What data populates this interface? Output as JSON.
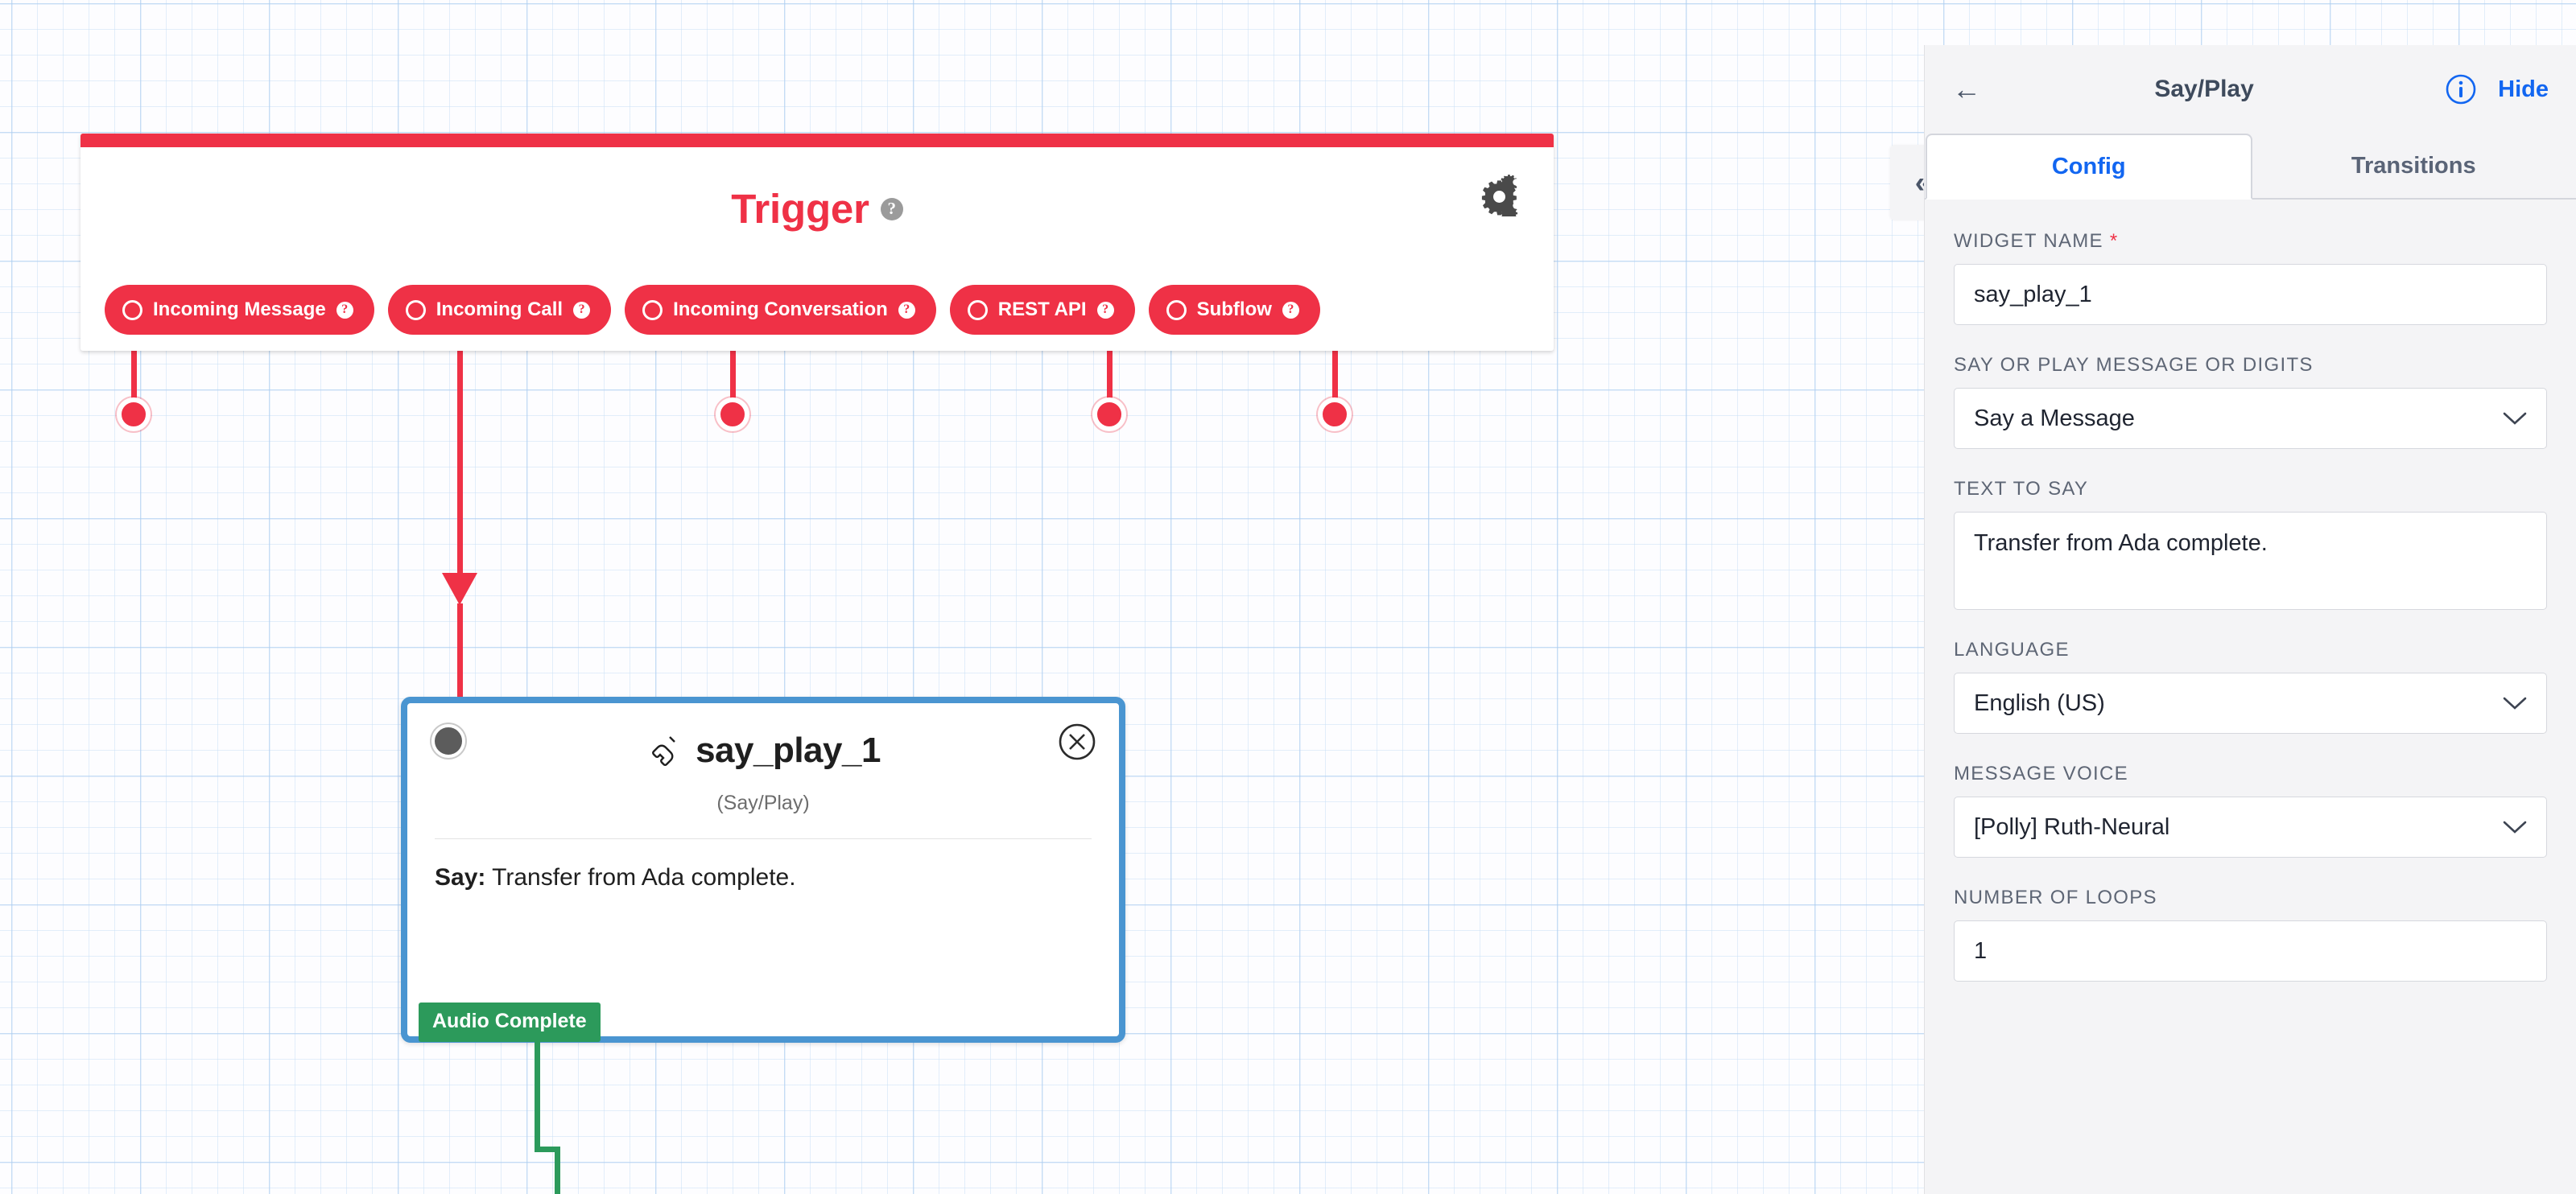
{
  "canvas": {
    "trigger": {
      "title": "Trigger",
      "help_icon": "help-icon",
      "gear_icon": "gears-icon",
      "pills": [
        {
          "label": "Incoming Message",
          "help": "?"
        },
        {
          "label": "Incoming Call",
          "help": "?"
        },
        {
          "label": "Incoming Conversation",
          "help": "?"
        },
        {
          "label": "REST API",
          "help": "?"
        },
        {
          "label": "Subflow",
          "help": "?"
        }
      ]
    },
    "node": {
      "title": "say_play_1",
      "subtitle": "(Say/Play)",
      "body_label": "Say:",
      "body_value": "Transfer from Ada complete.",
      "transition_label": "Audio Complete"
    }
  },
  "panel": {
    "back_icon": "back-arrow-icon",
    "title": "Say/Play",
    "info_icon": "info-icon",
    "hide_label": "Hide",
    "collapse_label": "«",
    "tabs": [
      {
        "label": "Config",
        "active": true
      },
      {
        "label": "Transitions",
        "active": false
      }
    ],
    "fields": [
      {
        "label": "WIDGET NAME",
        "required": true,
        "type": "input",
        "value": "say_play_1"
      },
      {
        "label": "SAY OR PLAY MESSAGE OR DIGITS",
        "required": false,
        "type": "select",
        "value": "Say a Message"
      },
      {
        "label": "TEXT TO SAY",
        "required": false,
        "type": "textarea",
        "value": "Transfer from Ada complete."
      },
      {
        "label": "LANGUAGE",
        "required": false,
        "type": "select",
        "value": "English (US)"
      },
      {
        "label": "MESSAGE VOICE",
        "required": false,
        "type": "select",
        "value": "[Polly] Ruth-Neural"
      },
      {
        "label": "NUMBER OF LOOPS",
        "required": false,
        "type": "input",
        "value": "1"
      }
    ]
  },
  "colors": {
    "trigger_red": "#ef3146",
    "node_blue": "#4a95d1",
    "transition_green": "#2c9a5b",
    "accent_blue": "#1266f1",
    "panel_bg": "#f4f4f6"
  }
}
